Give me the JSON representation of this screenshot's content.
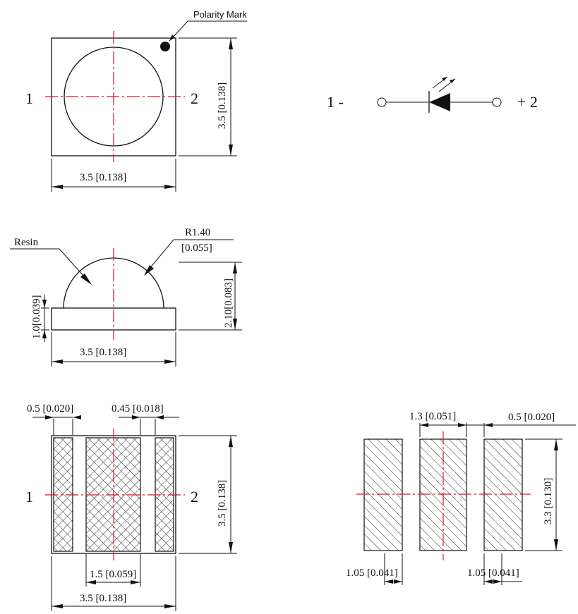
{
  "top_view": {
    "polarity_label": "Polarity Mark",
    "pin1": "1",
    "pin2": "2",
    "dim_height": "3.5 [0.138]",
    "dim_width": "3.5 [0.138]"
  },
  "symbol": {
    "left_label": "1  -",
    "right_label": "+ 2"
  },
  "side_view": {
    "resin_label": "Resin",
    "radius_line1": "R1.40",
    "radius_line2": "[0.055]",
    "dim_total_height": "2.10[0.083]",
    "dim_base_height": "1.0[0.039]",
    "dim_width": "3.5 [0.138]"
  },
  "bottom_view": {
    "dim_pad_width": "0.5 [0.020]",
    "dim_pad_gap": "0.45 [0.018]",
    "pin1": "1",
    "pin2": "2",
    "dim_height": "3.5 [0.138]",
    "dim_center_pad": "1.5 [0.059]",
    "dim_width": "3.5 [0.138]"
  },
  "footprint": {
    "dim_center_width": "1.3 [0.051]",
    "dim_gap": "0.5 [0.020]",
    "dim_height": "3.3 [0.130]",
    "dim_left_pad": "1.05 [0.041]",
    "dim_right_pad": "1.05 [0.041]"
  }
}
